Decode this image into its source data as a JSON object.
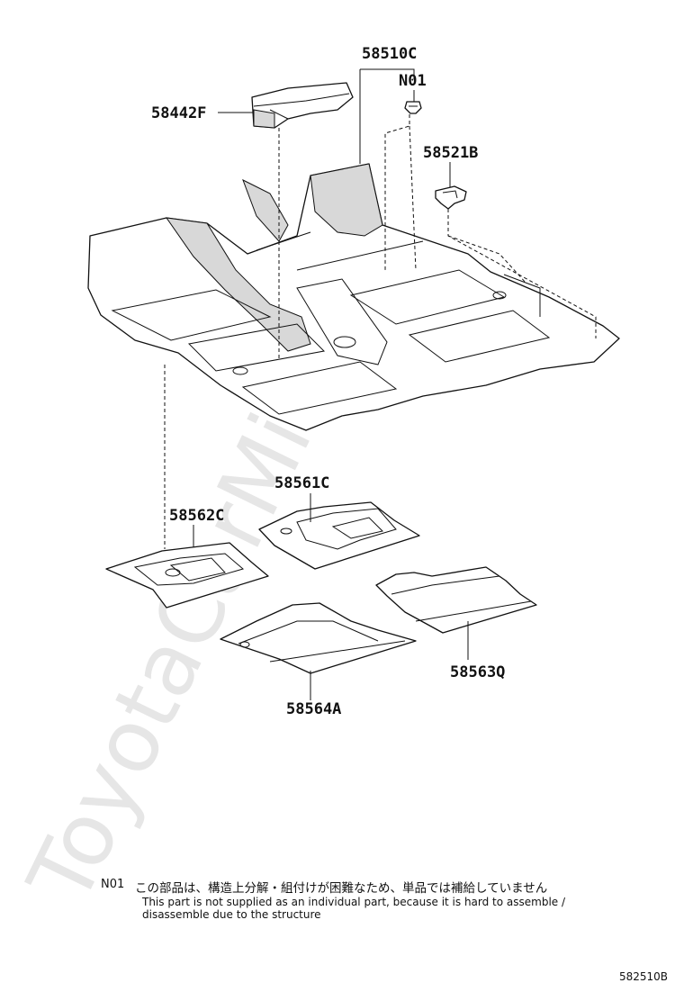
{
  "watermark": "ToyotaCarMine.ru",
  "parts": {
    "carpet_main": "58510C",
    "clip": "N01",
    "cover": "58442F",
    "fastener": "58521B",
    "mat_center": "58561C",
    "mat_front_left": "58562C",
    "mat_rear_right": "58563Q",
    "mat_rear_left": "58564A"
  },
  "note": {
    "code": "N01",
    "japanese": "この部品は、構造上分解・組付けが困難なため、単品では補給していません",
    "english_line1": "This part is not supplied as an individual part, because it is hard to assemble /",
    "english_line2": "disassemble due to the structure"
  },
  "figure_code": "582510B"
}
